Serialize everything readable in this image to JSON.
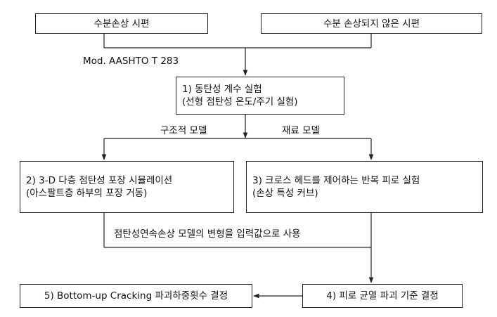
{
  "nodes": {
    "damaged_specimen": "수분손상 시편",
    "undamaged_specimen": "수분 손상되지 않은 시편",
    "step1_line1": "1)  동탄성 계수 실험",
    "step1_line2": "(선형 점탄성 온도/주기 실험)",
    "step2_line1": "2)  3-D 다층 점탄성 포장 시뮬레이션",
    "step2_line2": "(아스팔트층 하부의 포장 거동)",
    "step3_line1": "3) 크로스 헤드를 제어하는 반복 피로 실험",
    "step3_line2": "(손상 특성 커브)",
    "step4": "4) 피로 균열 파괴 기준 결정",
    "step5": "5) Bottom-up Cracking 파괴하중횟수 결정"
  },
  "labels": {
    "test_method": "Mod. AASHTO T 283",
    "structural_model": "구조적 모델",
    "material_model": "재료 모델",
    "strain_input": "점탄성연속손상 모델의 변형을 입력값으로 사용"
  },
  "colors": {
    "line": "#222222",
    "box_border": "#222222",
    "text": "#111111"
  }
}
